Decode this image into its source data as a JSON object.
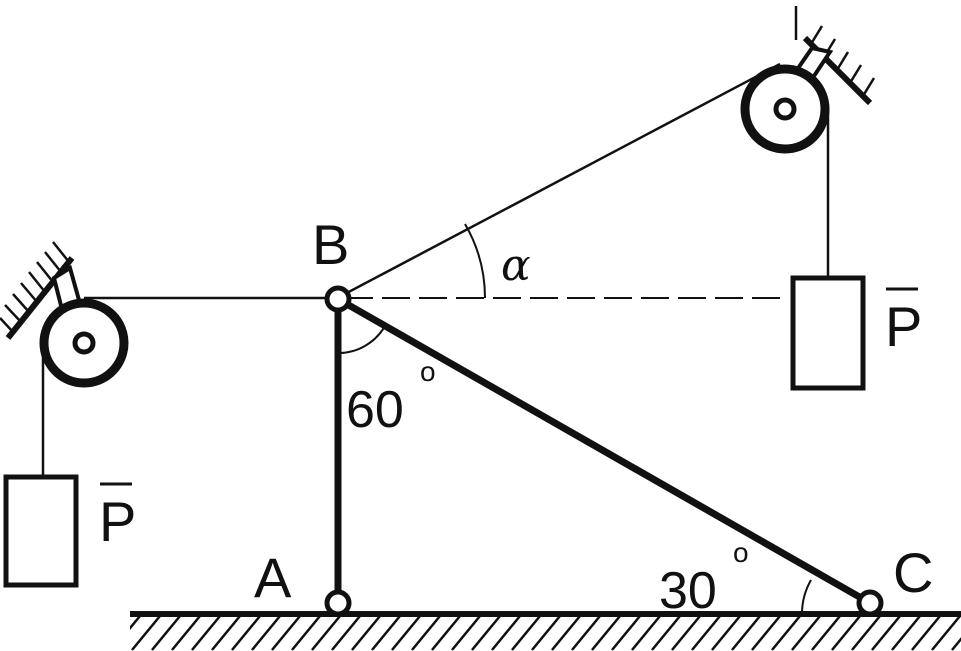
{
  "points": {
    "a": "A",
    "b": "B",
    "c": "C"
  },
  "angles": {
    "at_b": "60",
    "at_c": "30",
    "degree_mark": "o",
    "alpha": "α"
  },
  "loads": {
    "left": "P",
    "right": "P"
  },
  "colors": {
    "ink": "#111111",
    "background": "#ffffff"
  }
}
